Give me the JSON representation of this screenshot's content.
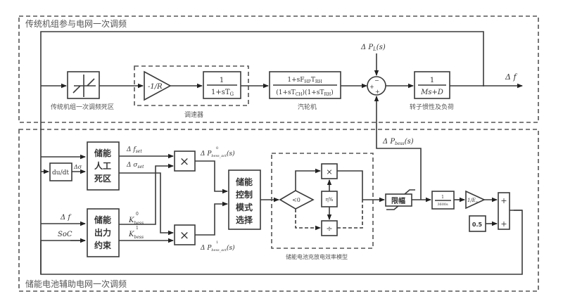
{
  "regions": {
    "top_title": "传统机组参与电网一次调频",
    "bottom_title": "储能电池辅助电网一次调频"
  },
  "top_chain": {
    "deadband_label": "传统机组一次调频死区",
    "governor_gain": "-1/R",
    "governor_tf_num": "1",
    "governor_tf_den": "1+sT",
    "governor_tf_den_sub": "G",
    "governor_label": "调速器",
    "turbine_num": "1+sF",
    "turbine_num_sub1": "HP",
    "turbine_num_mid": "T",
    "turbine_num_sub2": "RH",
    "turbine_den": "(1+sT",
    "turbine_den_sub1": "CH",
    "turbine_den_mid": ")(1+sT",
    "turbine_den_sub2": "RH",
    "turbine_den_end": ")",
    "turbine_label": "汽轮机",
    "load_disturbance": "Δ P",
    "load_disturbance_sub": "L",
    "load_disturbance_end": "(s)",
    "sum_signs": [
      "−",
      "+",
      "+"
    ],
    "rotor_num": "1",
    "rotor_den": "Ms+D",
    "rotor_label": "转子惯性及负荷",
    "output": "Δ f"
  },
  "bottom_chain": {
    "derivative": "du/dt",
    "delta_sigma": "Δσ",
    "deadzone_block": [
      "储能",
      "人工",
      "死区"
    ],
    "delta_f_set": "Δ f",
    "delta_f_set_sub": "set",
    "delta_sigma_set": "Δ σ",
    "delta_sigma_set_sub": "set",
    "delta_f": "Δ f",
    "soc": "SoC",
    "constraint_block": [
      "储能",
      "出力",
      "约束"
    ],
    "k0": "K",
    "k0_sub": "bess",
    "k0_sup": "0",
    "k1": "K",
    "k1_sub": "bess",
    "k1_sup": "1",
    "mult_symbol": "×",
    "p0_act": "Δ P",
    "p0_act_sub": "bess_act",
    "p0_act_sup": "0",
    "p0_act_end": "(s)",
    "p1_act": "Δ P",
    "p1_act_sub": "bess_act",
    "p1_act_sup": "1",
    "p1_act_end": "(s)",
    "mode_select_block": [
      "储能",
      "控制",
      "模式",
      "选择"
    ],
    "compare": "<0",
    "efficiency_mult": "×",
    "efficiency": "η%",
    "efficiency_div": "÷",
    "efficiency_label": "储能电池充放电效率模型",
    "limiter": "限幅",
    "p_bess": "Δ P",
    "p_bess_sub": "bess",
    "p_bess_end": "(s)",
    "integrator_num": "1",
    "integrator_den": "3600s",
    "capacity_gain": "1/E",
    "capacity_gain_sub": "n",
    "constant": "0.5",
    "sum_plus": "+"
  },
  "colors": {
    "deadzone_fill": "#eed8dc",
    "constraint_fill": "#e6ead8",
    "mode_select_fill": "#f7ecc4"
  }
}
